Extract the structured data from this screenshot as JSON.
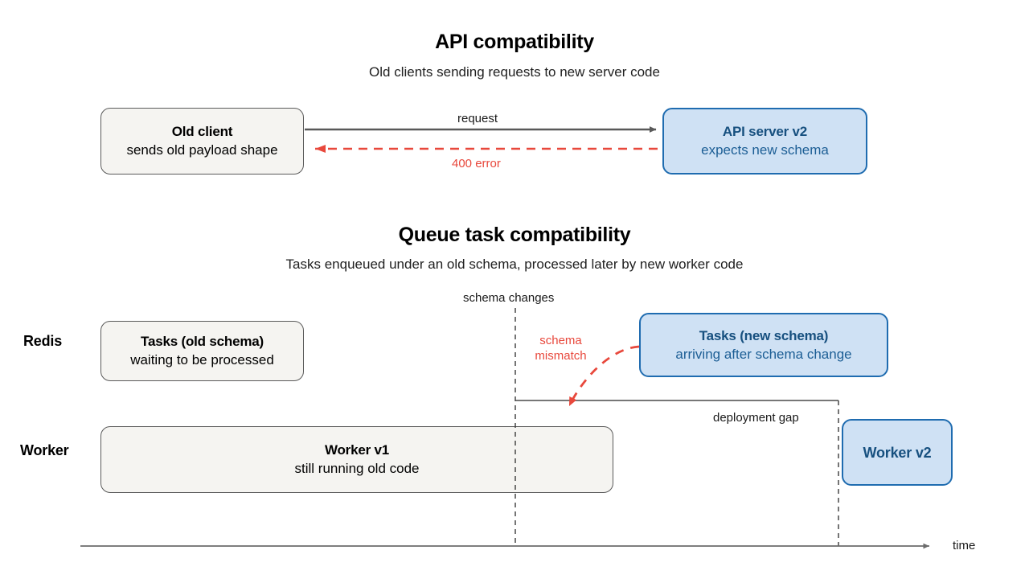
{
  "sections": [
    {
      "title": "API compatibility",
      "subtitle": "Old clients sending requests to new server code",
      "nodes": [
        {
          "title": "Old client",
          "subtitle": "sends old payload shape",
          "style": "grey"
        },
        {
          "title": "API server v2",
          "subtitle": "expects new schema",
          "style": "blue"
        }
      ],
      "edges": [
        {
          "label": "request",
          "style": "solid-grey"
        },
        {
          "label": "400 error",
          "style": "dashed-red"
        }
      ]
    },
    {
      "title": "Queue task compatibility",
      "subtitle": "Tasks enqueued under an old schema, processed later by new worker code",
      "row_labels": [
        "Redis",
        "Worker"
      ],
      "nodes": [
        {
          "title": "Tasks (old schema)",
          "subtitle": "waiting to be processed",
          "style": "grey"
        },
        {
          "title": "Tasks (new schema)",
          "subtitle": "arriving after schema change",
          "style": "blue"
        },
        {
          "title": "Worker v1",
          "subtitle": "still running old code",
          "style": "grey"
        },
        {
          "title": "Worker v2",
          "subtitle": "",
          "style": "blue"
        }
      ],
      "markers": {
        "schema_changes": "schema changes",
        "schema_mismatch_line1": "schema",
        "schema_mismatch_line2": "mismatch",
        "deployment_gap": "deployment gap"
      },
      "axis": {
        "label": "time"
      }
    }
  ],
  "colors": {
    "blue_fill": "#cfe1f4",
    "blue_stroke": "#1f6cb0",
    "blue_text": "#17507f",
    "grey_fill": "#f5f4f1",
    "grey_stroke": "#5a5a5a",
    "red": "#e8483c",
    "axis_grey": "#6b6b6b"
  }
}
